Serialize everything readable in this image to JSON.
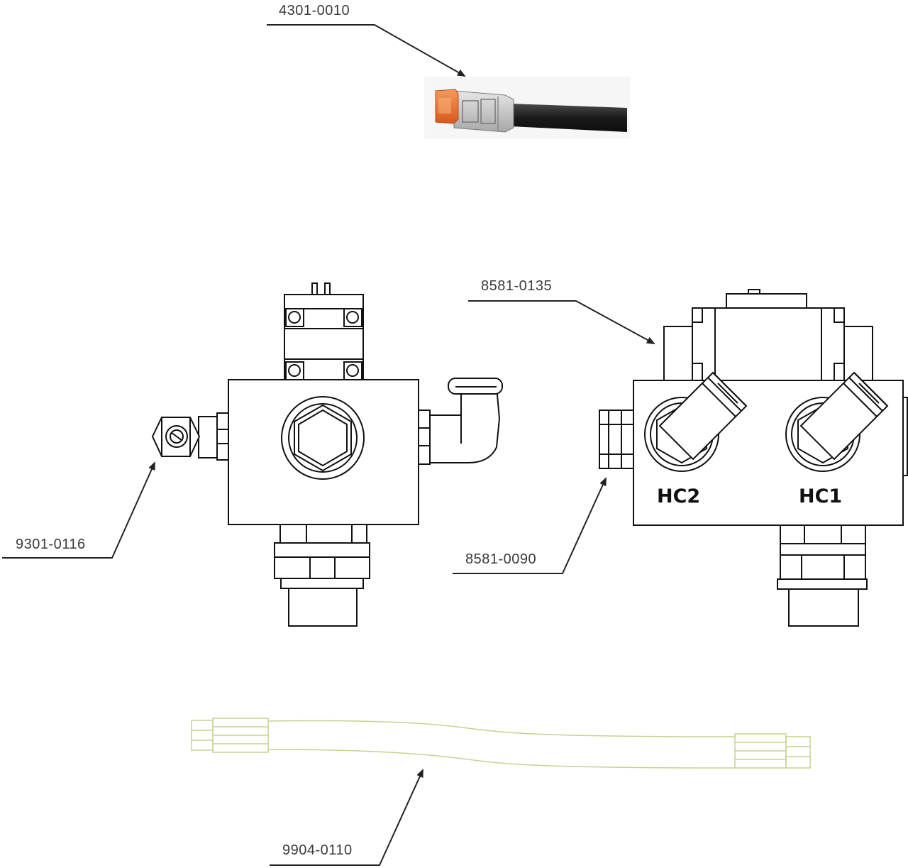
{
  "parts": {
    "connector": {
      "part_number": "4301-0010"
    },
    "manifold_fitting": {
      "part_number": "9301-0116"
    },
    "manifold_valve": {
      "part_number": "8581-0135"
    },
    "manifold_port_fitting": {
      "part_number": "8581-0090"
    },
    "hose": {
      "part_number": "9904-0110"
    }
  },
  "ports": {
    "left": "HC2",
    "right": "HC1"
  },
  "colors": {
    "line": "#111111",
    "leader": "#222222",
    "hose_outline": "#c8d28e",
    "connector_orange": "#e8702f",
    "cable": "#1f1f1f"
  }
}
